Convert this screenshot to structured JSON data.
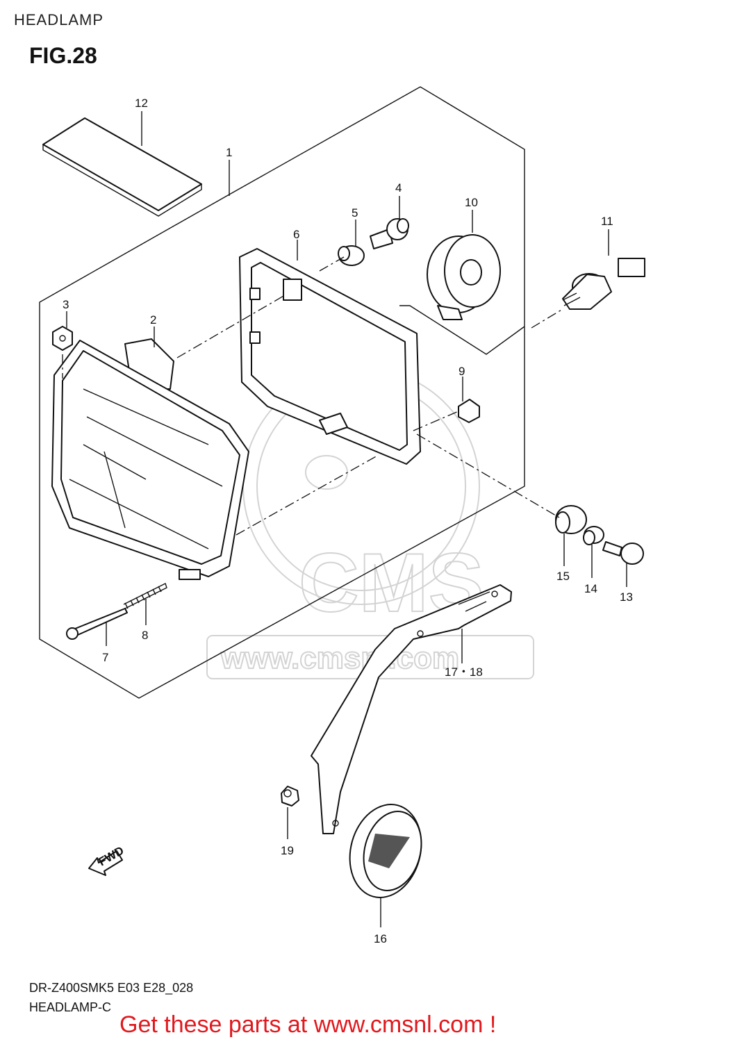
{
  "header": {
    "section": "HEADLAMP",
    "figure": "FIG.28"
  },
  "watermark": {
    "text": "www.cmsnl.com",
    "logo_text": "CMS"
  },
  "fwd_arrow": {
    "label": "FWD"
  },
  "callouts": [
    {
      "id": "p1",
      "label": "1"
    },
    {
      "id": "p2",
      "label": "2"
    },
    {
      "id": "p3",
      "label": "3"
    },
    {
      "id": "p4",
      "label": "4"
    },
    {
      "id": "p5",
      "label": "5"
    },
    {
      "id": "p6",
      "label": "6"
    },
    {
      "id": "p7",
      "label": "7"
    },
    {
      "id": "p8",
      "label": "8"
    },
    {
      "id": "p9",
      "label": "9"
    },
    {
      "id": "p10",
      "label": "10"
    },
    {
      "id": "p11",
      "label": "11"
    },
    {
      "id": "p12",
      "label": "12"
    },
    {
      "id": "p13",
      "label": "13"
    },
    {
      "id": "p14",
      "label": "14"
    },
    {
      "id": "p15",
      "label": "15"
    },
    {
      "id": "p16",
      "label": "16"
    },
    {
      "id": "p17",
      "label": "17・18"
    },
    {
      "id": "p19",
      "label": "19"
    }
  ],
  "footer": {
    "model_code": "DR-Z400SMK5 E03 E28_028",
    "diagram_code": "HEADLAMP-C",
    "cta": "Get these parts at www.cmsnl.com !"
  }
}
